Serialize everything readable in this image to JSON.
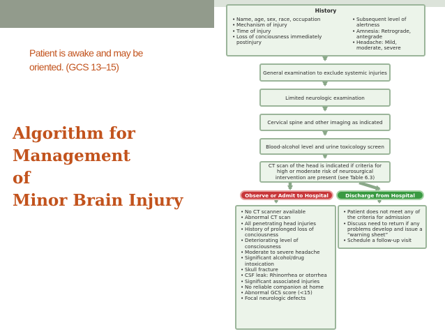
{
  "slide": {
    "subtitle_line1": "Patient is awake and may be",
    "subtitle_line2": "oriented. (GCS 13–15)",
    "title_line1": "Algorithm for",
    "title_line2": "Management",
    "title_line3": "of",
    "title_line4": "Minor Brain Injury"
  },
  "flowchart": {
    "history": {
      "title": "History",
      "left_items": [
        "Name, age, sex, race, occupation",
        "Mechanism of injury",
        "Time of injury",
        "Loss of conciousness immediately postinjury"
      ],
      "right_items": [
        "Subsequent level of alertness",
        "Amnesia: Retrograde, antegrade",
        "Headache: Mild, moderate, severe"
      ]
    },
    "steps": [
      "General examination to exclude systemic injuries",
      "Limited neurologic examination",
      "Cervical spine and other imaging as indicated",
      "Blood-alcohol level and urine toxicology screen",
      "CT scan of the head is indicated if criteria for high or moderate risk of neurosurgical intervention are present (see Table 6.3)"
    ],
    "observe": {
      "label": "Observe or Admit to Hospital",
      "items": [
        "No CT scanner available",
        "Abnormal CT scan",
        "All penetrating head injuries",
        "History of prolonged loss of conciousness",
        "Deteriorating level of consciousness",
        "Moderate to severe headache",
        "Significant alcohol/drug intoxication",
        "Skull fracture",
        "CSF leak: Rhinorrhea or otorrhea",
        "Significant associated injuries",
        "No reliable companion at home",
        "Abnormal GCS score (<15)",
        "Focal neurologic defects"
      ]
    },
    "discharge": {
      "label": "Discharge from Hospital",
      "items": [
        "Patient does not meet any of the criteria for admission",
        "Discuss need to return if any problems develop and issue a “warning sheet”",
        "Schedule a follow-up visit"
      ]
    }
  },
  "colors": {
    "accent_text": "#c2531d",
    "box_fill": "#ecf4ea",
    "box_border": "#9bb59a",
    "observe_fill": "#c8373a",
    "discharge_fill": "#3a9a42"
  }
}
